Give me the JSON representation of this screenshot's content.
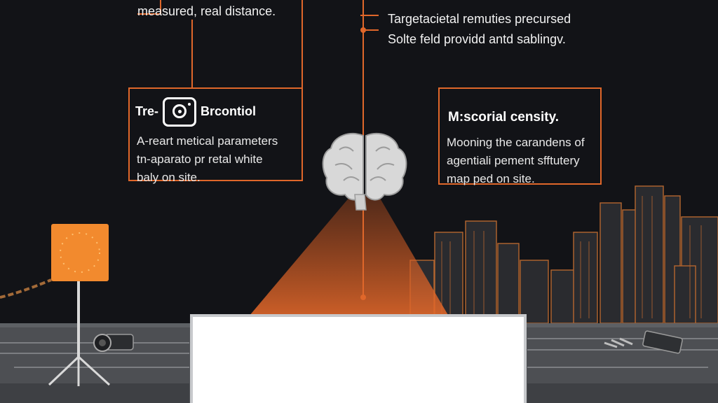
{
  "captions": {
    "top_left": "measured, real distance.",
    "top_right_line1": "Targetacietal remuties precursed",
    "top_right_line2": "Solte feld providd antd sablingv."
  },
  "left_box": {
    "title_pre": "Tre-",
    "title_post": "Brcontiol",
    "line1": "A-reart metical parameters",
    "line2": "tn-aparato pr retal white",
    "line3": "baly on site."
  },
  "right_box": {
    "title": "M:scorial censity.",
    "line1": "Mooning the carandens of",
    "line2": "agentiali pement sfftutery",
    "line3": "map ped on site."
  },
  "icons": {
    "camera": "camera-icon",
    "brain": "brain-icon",
    "sign": "warning-sign-icon"
  },
  "colors": {
    "accent": "#e0672a",
    "background": "#121317",
    "ground": "#4d4f53"
  }
}
